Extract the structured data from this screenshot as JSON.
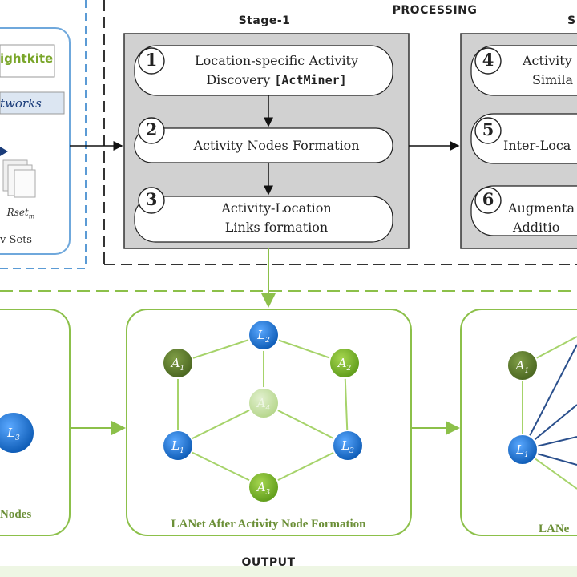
{
  "header": {
    "processing_label": "PROCESSING",
    "output_label": "OUTPUT"
  },
  "input": {
    "logo_text": "ightkite",
    "networks_label": "tworks",
    "dataset_label": "Rset",
    "dataset_sub": "m",
    "sets_label": "v Sets"
  },
  "stage1": {
    "title": "Stage-1",
    "steps": [
      {
        "num": "1",
        "line1": "Location-specific Activity",
        "line2_prefix": "Discovery",
        "line2_bold": "[ActMiner]"
      },
      {
        "num": "2",
        "line1": "Activity Nodes Formation"
      },
      {
        "num": "3",
        "line1": "Activity-Location",
        "line2": "Links formation"
      }
    ]
  },
  "stage2": {
    "title": "S",
    "steps": [
      {
        "num": "4",
        "line1": "Activity",
        "line2": "Simila"
      },
      {
        "num": "5",
        "line1": "Inter-Loca"
      },
      {
        "num": "6",
        "line1": "Augmenta",
        "line2": "Additio"
      }
    ]
  },
  "panels": {
    "left_caption": "Nodes",
    "middle_caption": "LANet After Activity Node Formation",
    "right_caption": "LANe"
  },
  "nodes": {
    "left_L3": {
      "label": "L",
      "sub": "3"
    },
    "mid_L2": {
      "label": "L",
      "sub": "2"
    },
    "mid_A1": {
      "label": "A",
      "sub": "1"
    },
    "mid_A2": {
      "label": "A",
      "sub": "2"
    },
    "mid_A4": {
      "label": "A",
      "sub": "4"
    },
    "mid_L1": {
      "label": "L",
      "sub": "1"
    },
    "mid_L3": {
      "label": "L",
      "sub": "3"
    },
    "mid_A3": {
      "label": "A",
      "sub": "3"
    },
    "right_A1": {
      "label": "A",
      "sub": "1"
    },
    "right_L1": {
      "label": "L",
      "sub": "1"
    }
  },
  "colors": {
    "location_node": "#1f6fc9",
    "activity_dark": "#5b7a2a",
    "activity_light": "#7fb82a",
    "activity_faded": "#c3dfa1",
    "green_line": "#8cc04a",
    "blue_line": "#2a4f8c",
    "gray_box": "#d1d1d1"
  }
}
